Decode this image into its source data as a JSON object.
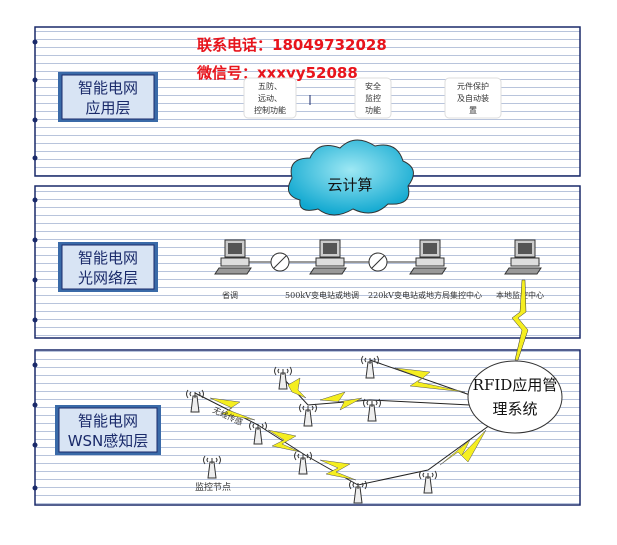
{
  "contact": {
    "phone": "联系电话：18049732028",
    "wechat": "微信号：xxxyy52088"
  },
  "layers": [
    {
      "line1": "智能电网",
      "line2": "应用层"
    },
    {
      "line1": "智能电网",
      "line2": "光网络层"
    },
    {
      "line1": "智能电网",
      "line2": "WSN感知层"
    }
  ],
  "apps": [
    {
      "lines": [
        "五防、",
        "远动、",
        "控制功能"
      ]
    },
    {
      "lines": [
        "安全",
        "监控",
        "功能"
      ]
    },
    {
      "lines": [
        "元件保护",
        "及自动装",
        "置"
      ]
    }
  ],
  "cloud": "云计算",
  "computers": [
    "省调",
    "500kV变电站或地调",
    "220kV变电站或地方局集控中心",
    "本地监控中心"
  ],
  "rfid": {
    "line1": "RFID应用管",
    "line2": "理系统"
  },
  "wsn": {
    "link_label": "无线传感",
    "node_label": "监控节点"
  },
  "colors": {
    "panel_border": "#1a2a6a",
    "rule": "#b8c4dc",
    "layer_box": "#3a6aa8",
    "cloud": "#1ab8d8",
    "bolt": "#f5ee20",
    "contact": "#e8141c"
  }
}
